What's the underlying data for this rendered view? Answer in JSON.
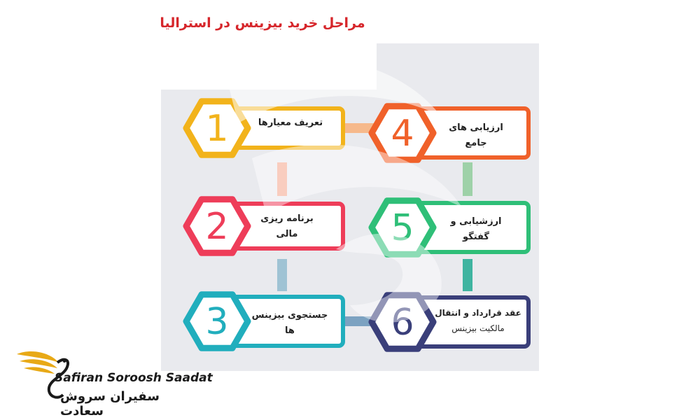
{
  "title": "مراحل خرید بیزینس در استرالیا",
  "steps": [
    {
      "number": "1",
      "line1": "تعریف معیارها",
      "line2": "",
      "color": "#f2b31b"
    },
    {
      "number": "2",
      "line1": "برنامه ریزی",
      "line2": "مالی",
      "color": "#ee3d59"
    },
    {
      "number": "3",
      "line1": "جستجوی بیزینس",
      "line2": "ها",
      "color": "#21aebd"
    },
    {
      "number": "4",
      "line1": "ارزیابی های",
      "line2": "جامع",
      "color": "#f0612a"
    },
    {
      "number": "5",
      "line1": "ارزشیابی و",
      "line2": "گفتگو",
      "color": "#2fbf78"
    },
    {
      "number": "6",
      "line1": "عقد قرارداد و انتقال",
      "line2": "مالکیت بیزینس",
      "color": "#3a3f7a"
    }
  ],
  "logo": {
    "name_en": "Safiran Soroosh Saadat",
    "name_fa": "سفیران سروش سعادت",
    "accent_color": "#e8a916"
  }
}
